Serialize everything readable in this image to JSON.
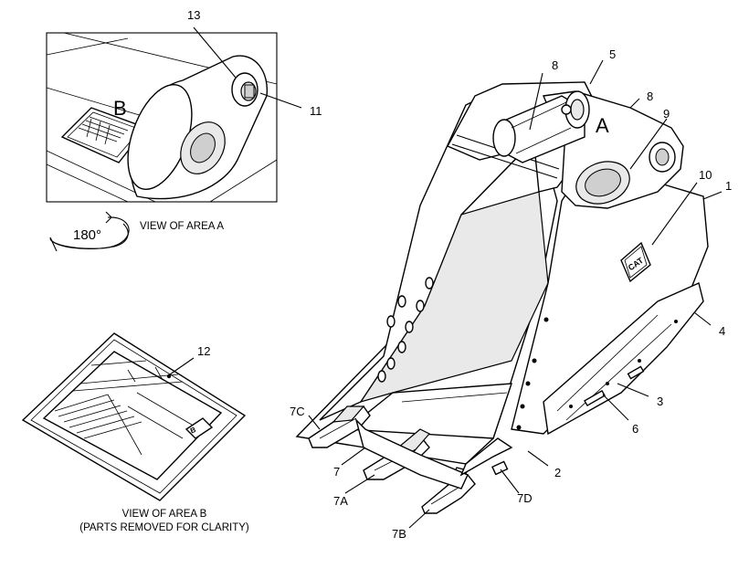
{
  "callouts": {
    "c1": "1",
    "c2": "2",
    "c3": "3",
    "c4": "4",
    "c5": "5",
    "c6": "6",
    "c7": "7",
    "c7A": "7A",
    "c7B": "7B",
    "c7C": "7C",
    "c7D": "7D",
    "c8a": "8",
    "c8b": "8",
    "c9": "9",
    "c10": "10",
    "c11": "11",
    "c12": "12",
    "c13": "13"
  },
  "area_letters": {
    "a": "A",
    "b": "B"
  },
  "rotation_label": "180°",
  "view_a_caption": "VIEW OF AREA  A",
  "view_b_caption_line1": "VIEW OF AREA  B",
  "view_b_caption_line2": "(PARTS REMOVED FOR CLARITY)",
  "logo_text": "CAT"
}
